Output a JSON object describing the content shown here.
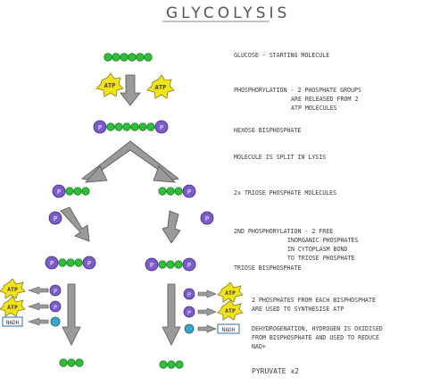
{
  "title": "GLYCOLYSIS",
  "notes": [
    {
      "text": "GLUCOSE  -  STARTING MOLECULE"
    },
    {
      "text": "PHOSPHORYLATION  -  2 PHOSPHATE GROUPS"
    },
    {
      "text": "ARE RELEASED FROM 2"
    },
    {
      "text": "ATP MOLECULES"
    },
    {
      "text": "HEXOSE BISPHOSPHATE"
    },
    {
      "text": "MOLECULE IS SPLIT IN LYSIS"
    },
    {
      "text": "2x  TRIOSE PHOSPHATE MOLECULES"
    },
    {
      "text": "2ND PHOSPHORYLATION  -  2 FREE"
    },
    {
      "text": "INORGANIC PHOSPHATES"
    },
    {
      "text": "IN CYTOPLASM BOND"
    },
    {
      "text": "TO TRIOSE PHOSPHATE"
    },
    {
      "text": "TRIOSE BISPHOSPHATE"
    },
    {
      "text": "2 PHOSPHATES FROM EACH BISPHOSPHATE"
    },
    {
      "text": "ARE USED TO SYNTHESISE ATP"
    },
    {
      "text": "DEHYDROGENATION, HYDROGEN IS OXIDISED"
    },
    {
      "text": "FROM BISPHOSPHATE AND USED TO REDUCE"
    },
    {
      "text": "NAD+"
    },
    {
      "text": "PYRUVATE x2"
    }
  ],
  "labels": {
    "atp": "ATP",
    "phosphate": "P",
    "nadh": "NADH"
  },
  "colors": {
    "carbon": "#2fbf3a",
    "carbon_stroke": "#1c7d24",
    "phosphate": "#7b5cc9",
    "phosphate_stroke": "#3e2a7a",
    "atp": "#f2e21c",
    "arrow": "#9a9a9a",
    "arrow_stroke": "#555555",
    "nad": "#3aa6c9",
    "nadh_box": "#2f6fb0"
  }
}
